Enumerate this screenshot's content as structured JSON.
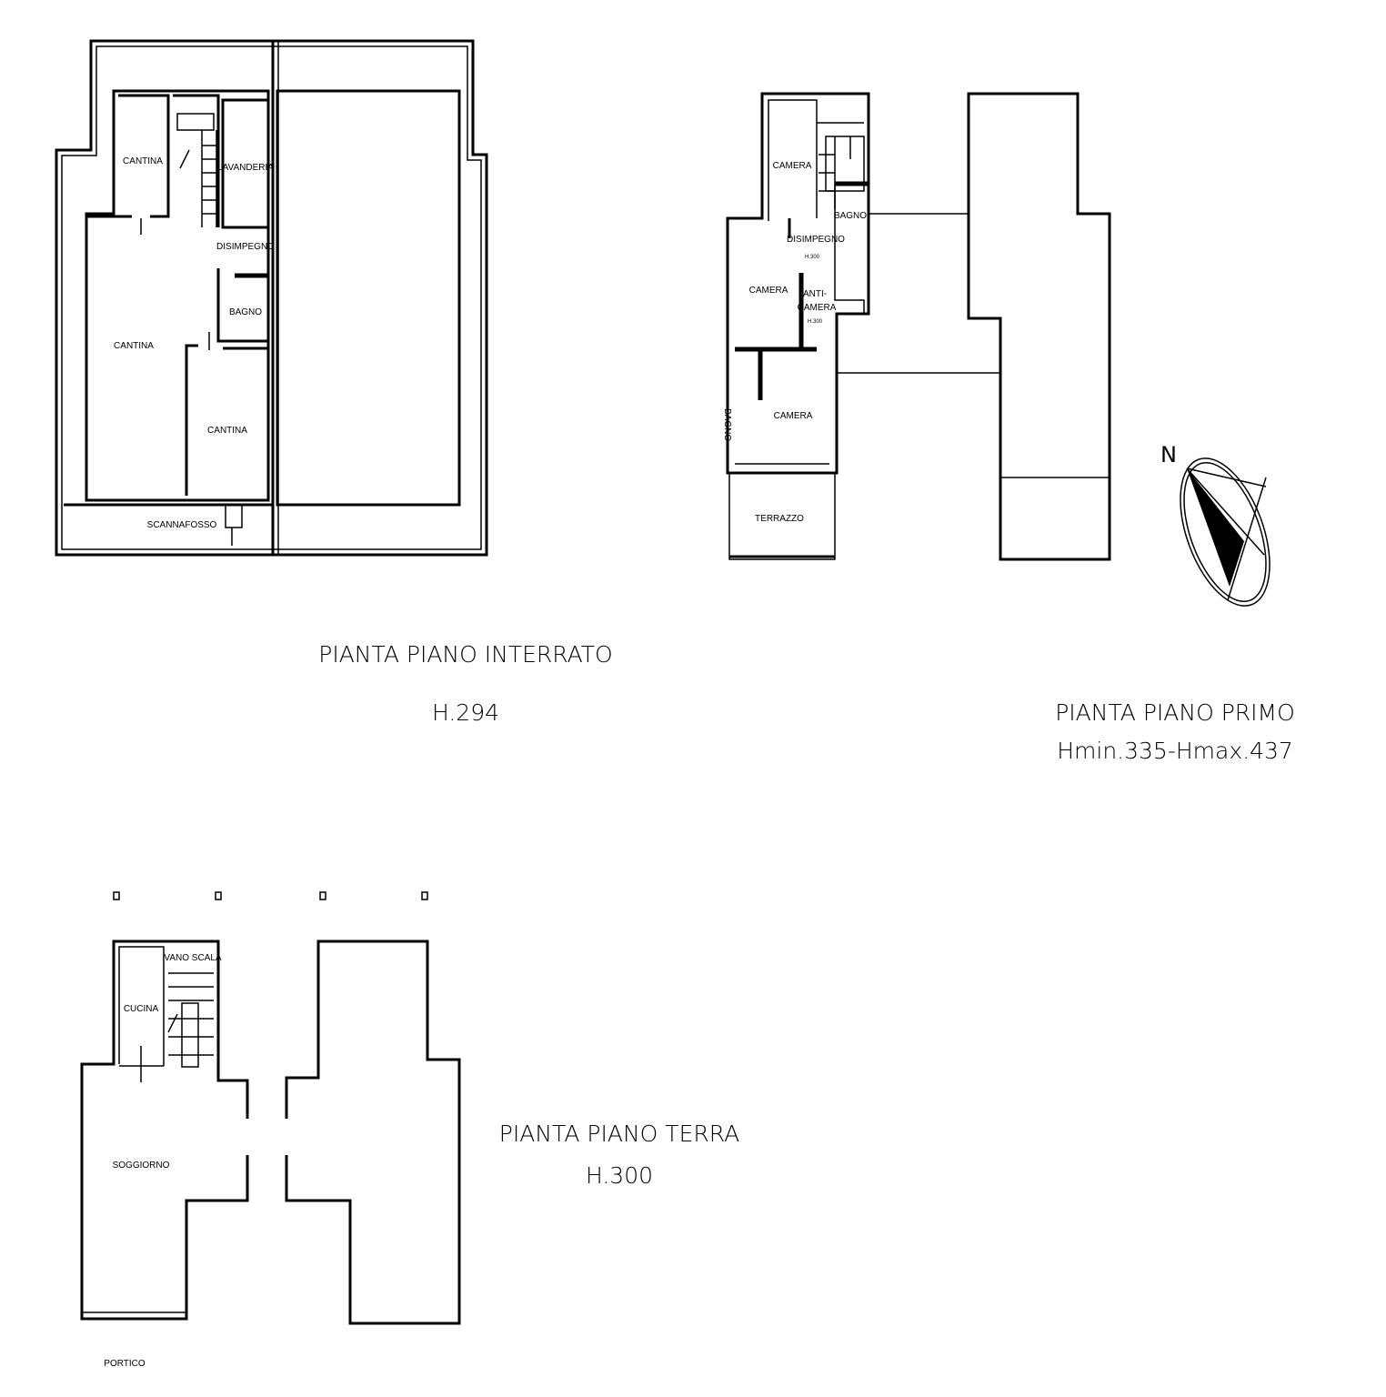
{
  "plans": {
    "interrato": {
      "title": "PIANTA PIANO INTERRATO",
      "height": "H.294",
      "rooms": [
        "CANTINA",
        "LAVANDERIA",
        "DISIMPEGNO",
        "BAGNO",
        "CANTINA",
        "CANTINA",
        "SCANNAFOSSO"
      ]
    },
    "primo": {
      "title": "PIANTA PIANO PRIMO",
      "height": "Hmin.335-Hmax.437",
      "rooms": [
        "CAMERA",
        "BAGNO",
        "DISIMPEGNO",
        "H.300",
        "CAMERA",
        "ANTI-",
        "CAMERA",
        "H.300",
        "BAGNO",
        "CAMERA",
        "TERRAZZO"
      ]
    },
    "terra": {
      "title": "PIANTA PIANO TERRA",
      "height": "H.300",
      "rooms": [
        "VANO SCALA",
        "CUCINA",
        "SOGGIORNO",
        "PORTICO"
      ]
    }
  },
  "compass": {
    "label": "N",
    "icon": "north-arrow-icon"
  }
}
